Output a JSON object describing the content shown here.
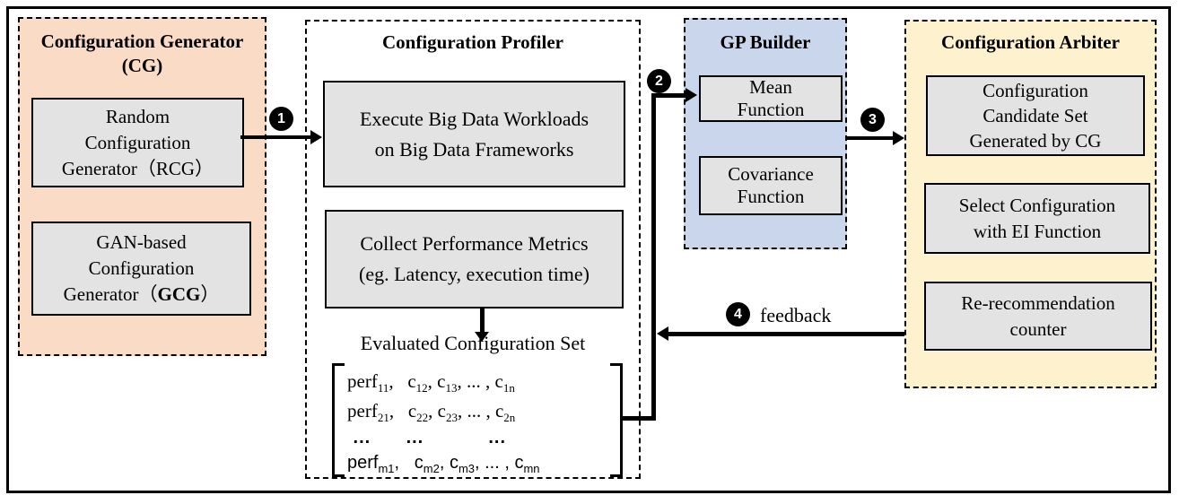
{
  "diagram": {
    "colors": {
      "cg_bg": "#fadbc6",
      "gp_bg": "#c9d6ec",
      "arbiter_bg": "#fdf2cd",
      "box_bg": "#e3e3e3"
    },
    "cg": {
      "title_line1": "Configuration Generator",
      "title_line2": "(CG)",
      "rcg_lines": [
        "Random",
        "Configuration",
        "Generator（RCG）"
      ],
      "gcg_line1": "GAN-based",
      "gcg_line2": "Configuration",
      "gcg_line3_pre": "Generator（",
      "gcg_line3_bold": "GCG",
      "gcg_line3_post": "）"
    },
    "profiler": {
      "title": "Configuration Profiler",
      "execute_lines": [
        "Execute Big Data Workloads",
        "on Big Data Frameworks"
      ],
      "collect_lines": [
        "Collect Performance Metrics",
        "(eg. Latency, execution time)"
      ],
      "evaluated_label": "Evaluated Configuration Set",
      "matrix": {
        "rows": [
          {
            "sans": false,
            "dots": false,
            "tokens": [
              [
                "perf",
                "11"
              ],
              [
                ",   c",
                "12"
              ],
              [
                ", c",
                "13"
              ],
              [
                ", ... , c",
                "1n"
              ]
            ]
          },
          {
            "sans": false,
            "dots": false,
            "tokens": [
              [
                "perf",
                "21"
              ],
              [
                ",   c",
                "22"
              ],
              [
                ", c",
                "23"
              ],
              [
                ", ... , c",
                "2n"
              ]
            ]
          },
          {
            "sans": true,
            "dots": true,
            "tokens": [
              [
                " ...      ...           ...",
                ""
              ]
            ]
          },
          {
            "sans": true,
            "dots": false,
            "tokens": [
              [
                "perf",
                "m1"
              ],
              [
                ",   c",
                "m2"
              ],
              [
                ", c",
                "m3"
              ],
              [
                ", ... , c",
                "mn"
              ]
            ]
          }
        ]
      }
    },
    "gp": {
      "title": "GP Builder",
      "mean_lines": [
        "Mean",
        "Function"
      ],
      "cov_lines": [
        "Covariance",
        "Function"
      ]
    },
    "arbiter": {
      "title": "Configuration Arbiter",
      "candidate_lines": [
        "Configuration",
        "Candidate Set",
        "Generated by CG"
      ],
      "select_lines": [
        "Select Configuration",
        "with EI Function"
      ],
      "rerec_lines": [
        "Re-recommendation",
        "counter"
      ]
    },
    "arrows": {
      "n1": "1",
      "n2": "2",
      "n3": "3",
      "n4": "4",
      "feedback_label": "feedback"
    }
  }
}
